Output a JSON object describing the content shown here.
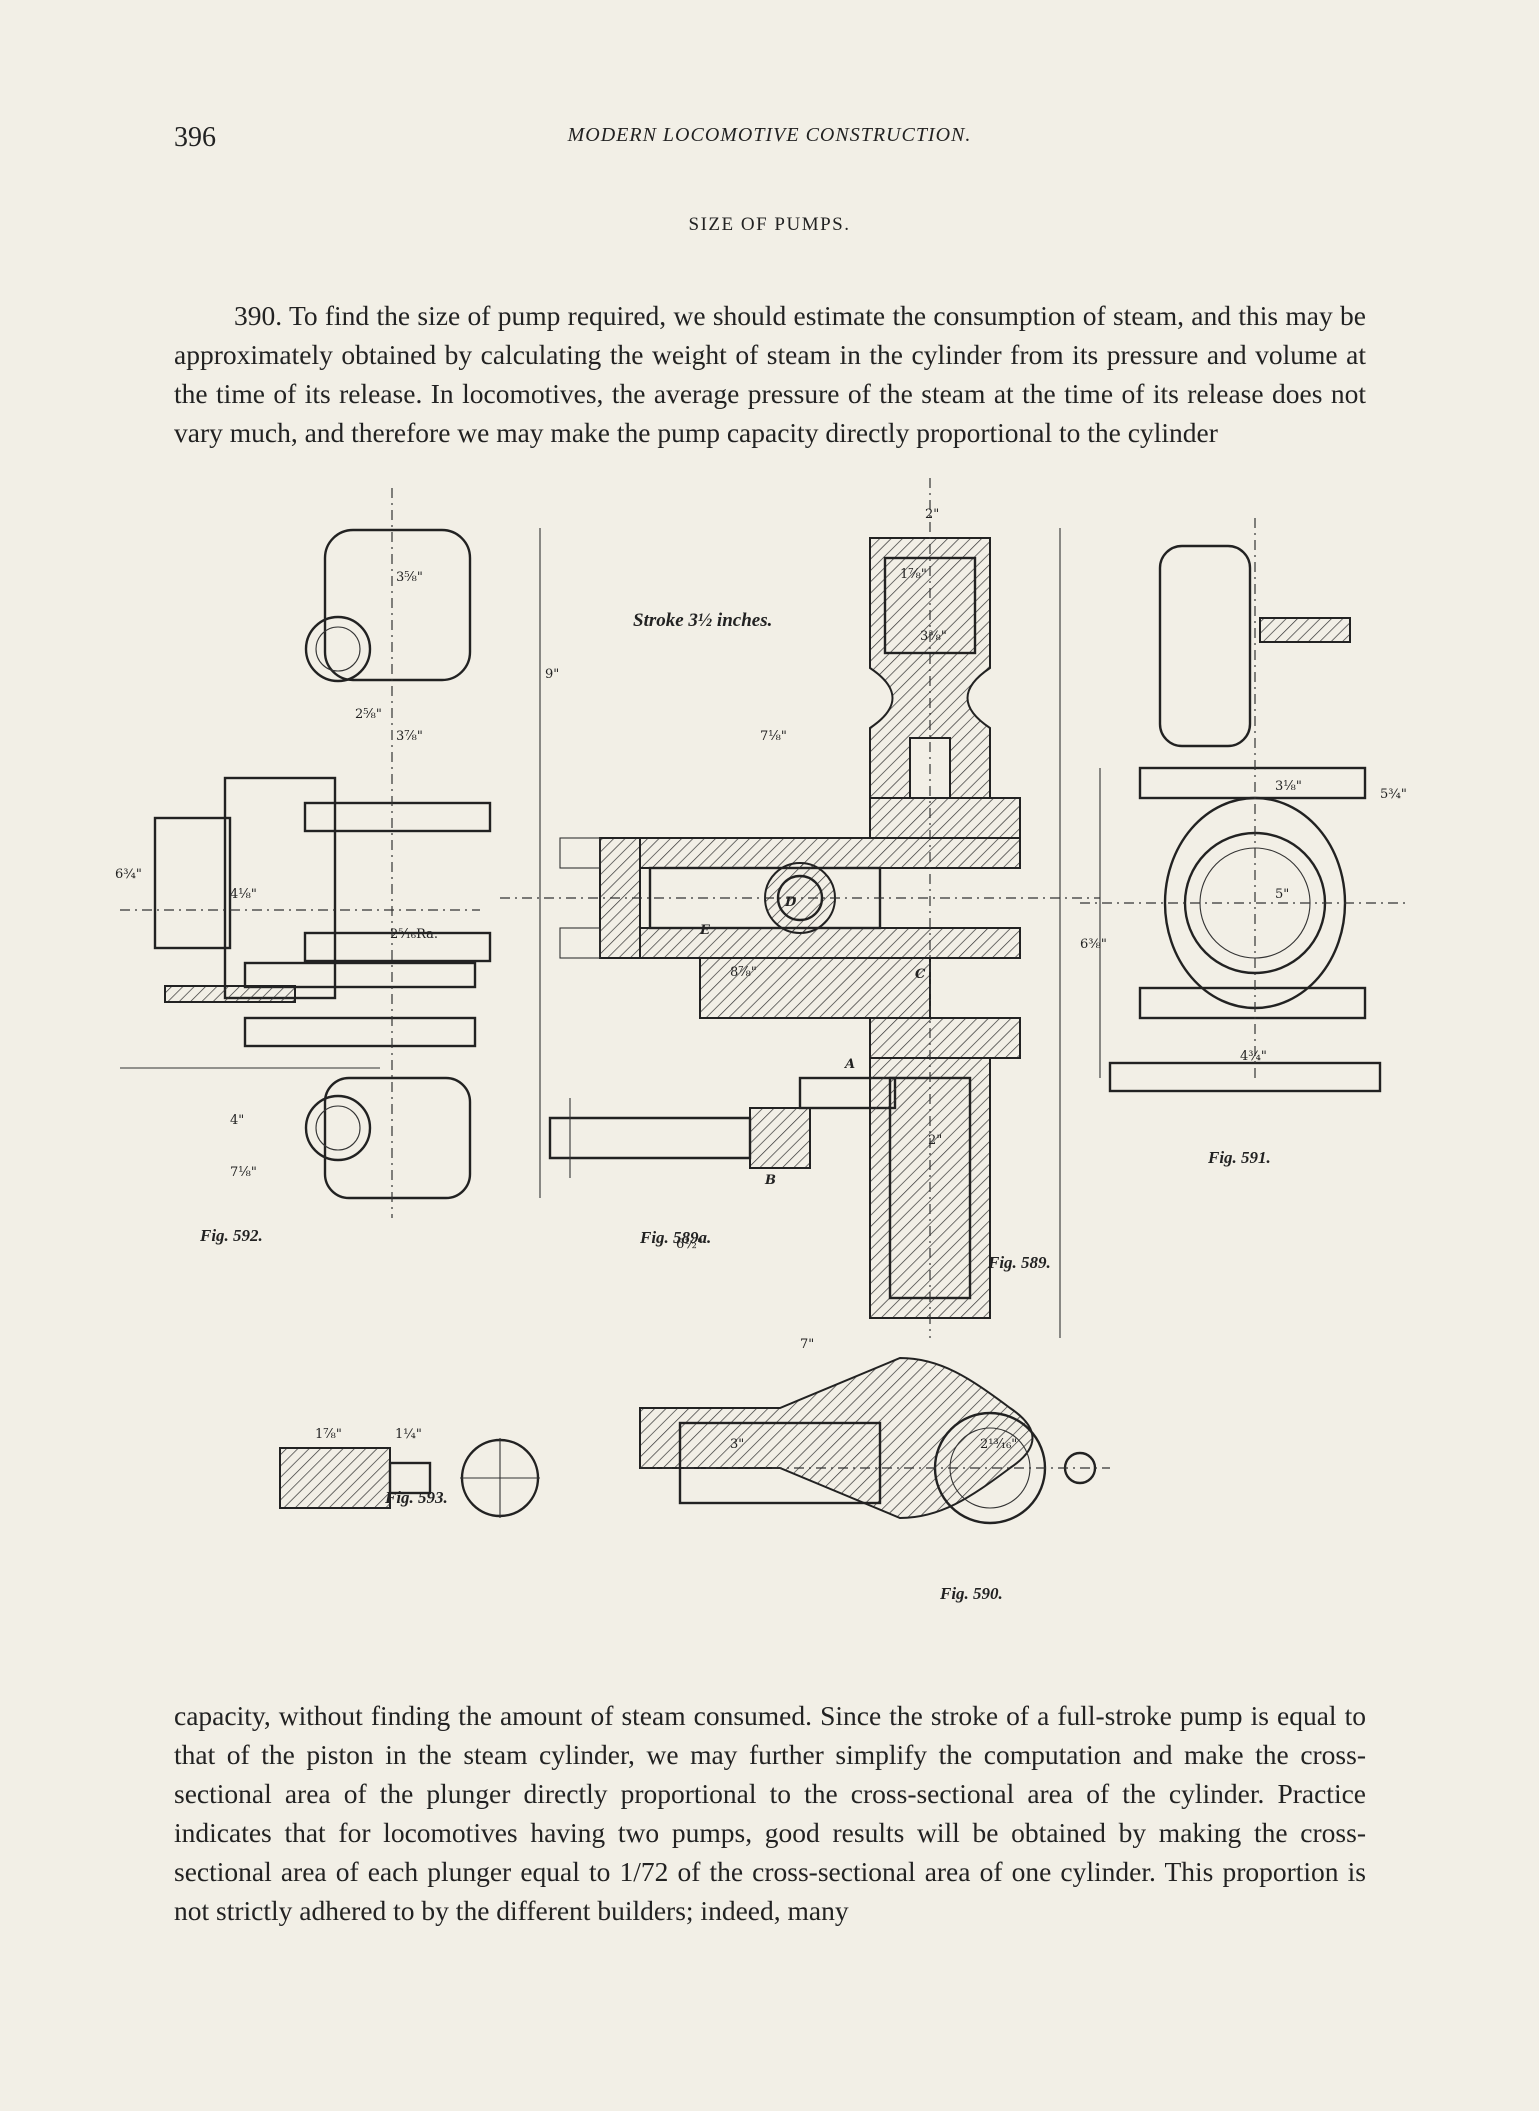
{
  "header": {
    "page_number": "396",
    "running_head": "MODERN LOCOMOTIVE CONSTRUCTION."
  },
  "section": {
    "heading": "SIZE OF PUMPS."
  },
  "paragraphs": {
    "p1": "390. To find the size of pump required, we should estimate the consumption of steam, and this may be approximately obtained by calculating the weight of steam in the cylinder from its pressure and volume at the time of its release. In locomotives, the average pressure of the steam at the time of its release does not vary much, and therefore we may make the pump capacity directly proportional to the cylinder",
    "p2": "capacity, without finding the amount of steam consumed. Since the stroke of a full-stroke pump is equal to that of the piston in the steam cylinder, we may further simplify the computation and make the cross-sectional area of the plunger directly proportional to the cross-sectional area of the cylinder. Practice indicates that for locomotives having two pumps, good results will be obtained by making the cross-sectional area of each plunger equal to 1/72 of the cross-sectional area of one cylinder. This proportion is not strictly adhered to by the different builders; indeed, many"
  },
  "figure": {
    "stroke_note": "Stroke 3½ inches.",
    "labels": {
      "fig589": "Fig. 589.",
      "fig589a": "Fig. 589a.",
      "fig590": "Fig. 590.",
      "fig591": "Fig. 591.",
      "fig592": "Fig. 592.",
      "fig593": "Fig. 593."
    },
    "dimensions": {
      "d1": "3⅝\"",
      "d2": "2⅝\"",
      "d3": "3⅞\"",
      "d4": "9\"",
      "d5": "7⅛\"",
      "d6": "2\"",
      "d7": "1⅞\"",
      "d8": "3⅜\"",
      "d9": "6¾\"",
      "d10": "4⅛\"",
      "d11": "2⁵⁄₁₆Ra.",
      "d12": "8⅞\"",
      "d13": "6⅜\"",
      "d14": "7⅛\"",
      "d15": "4\"",
      "d16": "6½\"",
      "d17": "7\"",
      "d18": "2\"",
      "d19": "3⅛\"",
      "d20": "5\"",
      "d21": "2¹³⁄₁₆\"",
      "d22": "4¾\"",
      "d23": "5¾\"",
      "d24": "3\"",
      "d25": "1⅞\"",
      "d26": "1¼\""
    },
    "letters": {
      "A": "A",
      "B": "B",
      "C": "C",
      "D": "D",
      "E": "E"
    }
  }
}
